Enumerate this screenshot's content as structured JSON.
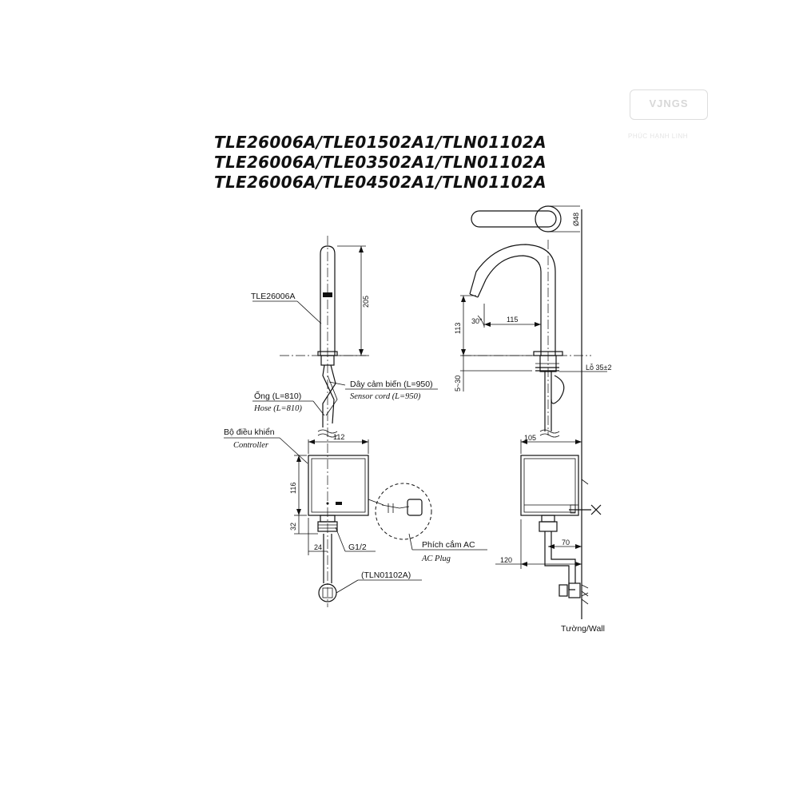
{
  "titles": [
    "TLE26006A/TLE01502A1/TLN01102A",
    "TLE26006A/TLE03502A1/TLN01102A",
    "TLE26006A/TLE04502A1/TLN01102A"
  ],
  "watermark": {
    "brand": "VJNGS",
    "sub": "PHÚC HẠNH LINH"
  },
  "labels": {
    "faucet": "TLE26006A",
    "sensor_cord_vi": "Dây cảm biến (L=950)",
    "sensor_cord_en": "Sensor cord (L=950)",
    "hose_vi": "Ống (L=810)",
    "hose_en": "Hose (L=810)",
    "controller_vi": "Bộ điều khiển",
    "controller_en": "Controller",
    "thread": "G1/2",
    "ac_plug_vi": "Phích cắm AC",
    "ac_plug_en": "AC Plug",
    "valve": "(TLN01102A)",
    "wall": "Tường/Wall",
    "hole": "Lỗ 35±2"
  },
  "dimensions": {
    "d205": "205",
    "d112": "112",
    "d116": "116",
    "d32": "32",
    "d24": "24",
    "d48": "Ø48",
    "d113": "113",
    "d30deg": "30°",
    "d115": "115",
    "d5_30": "5~30",
    "d105": "105",
    "d70": "70",
    "d120": "120"
  }
}
